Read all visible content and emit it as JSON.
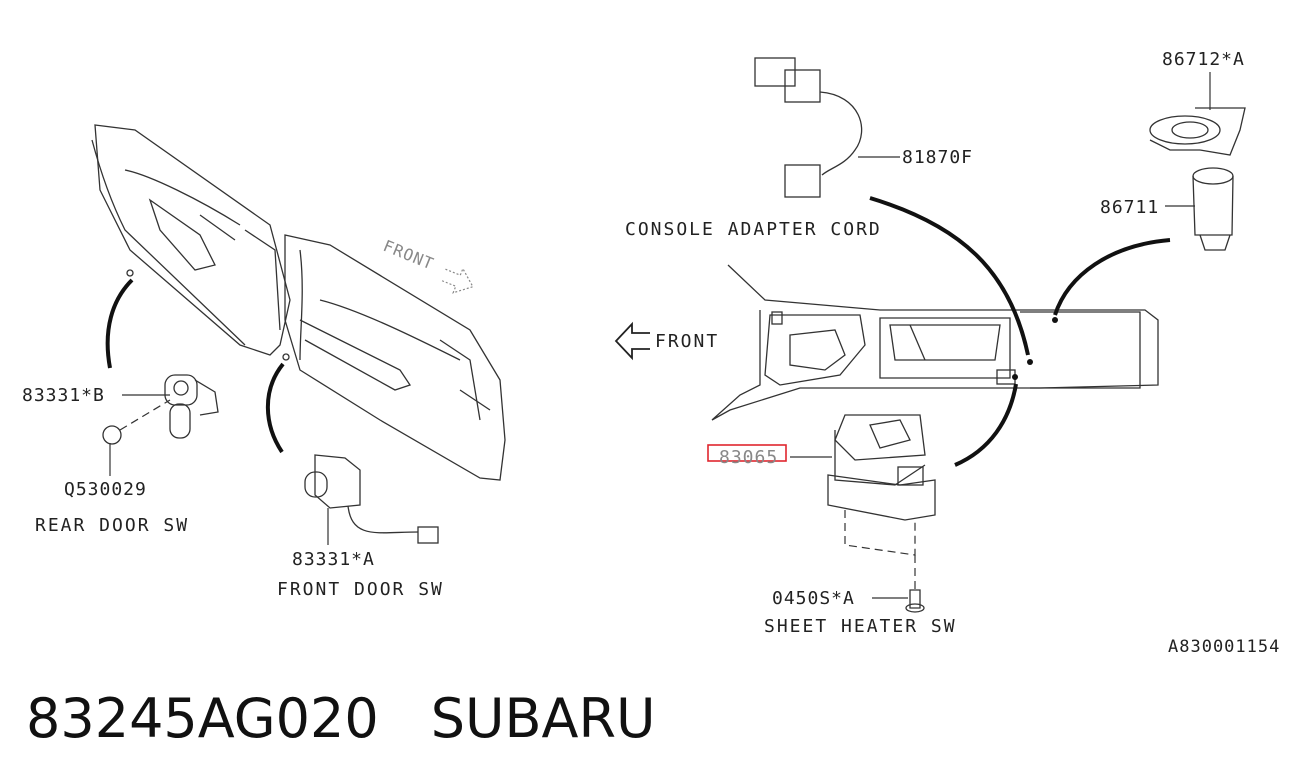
{
  "diagram": {
    "part_labels": {
      "rear_switch_part": "83331*B",
      "screw_part": "Q530029",
      "front_switch_part": "83331*A",
      "cord_part": "81870F",
      "lighter_ring_part": "86712*A",
      "lighter_socket_part": "86711",
      "heater_switch_part": "83065",
      "heater_screw_part": "0450S*A"
    },
    "captions": {
      "rear_door_sw": "REAR DOOR SW",
      "front_door_sw": "FRONT DOOR SW",
      "console_adapter_cord": "CONSOLE ADAPTER CORD",
      "sheet_heater_sw": "SHEET HEATER SW",
      "front_arrow_left": "FRONT",
      "front_arrow_door": "FRONT"
    },
    "reference_code": "A830001154",
    "highlight_color": "#e0262e"
  },
  "footer": {
    "part_number": "83245AG020",
    "brand": "SUBARU"
  }
}
